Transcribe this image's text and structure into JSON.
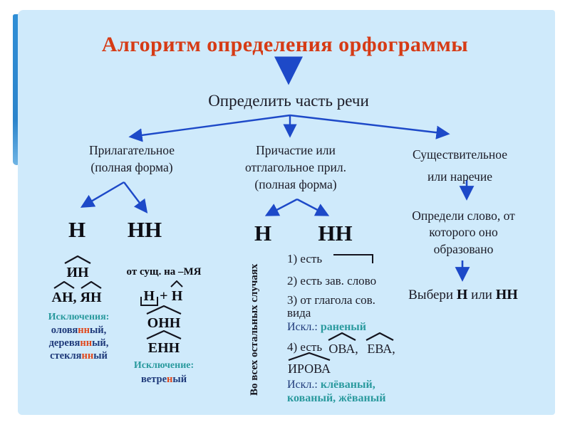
{
  "colors": {
    "panel_blue": "#cfeafb",
    "title_red": "#d63b15",
    "arrow_blue": "#1d49c8",
    "text_dark": "#1b1b26",
    "exception_teal": "#2a9a9e",
    "exception_navy": "#1f3a7a",
    "highlight_red": "#e0481c",
    "page_edge_blue": "#2f8ed6"
  },
  "title": "Алгоритм определения орфограммы",
  "root_label": "Определить часть речи",
  "branches": {
    "adjective": "Прилагательное\n(полная форма)",
    "participle": "Причастие или\nотглагольное прил.\n(полная форма)",
    "noun": "Существительное\nили наречие"
  },
  "adjective": {
    "n_header": "Н",
    "nn_header": "НН",
    "suffix_in": "ИН",
    "suffix_an": "АН,",
    "suffix_yan": "ЯН",
    "exceptions_title": "Исключения:",
    "exceptions": [
      {
        "pre": "оловя",
        "hl": "нн",
        "post": "ый,"
      },
      {
        "pre": "деревя",
        "hl": "нн",
        "post": "ый,"
      },
      {
        "pre": "стекля",
        "hl": "нн",
        "post": "ый"
      }
    ],
    "rule_mya": "от сущ. на –МЯ",
    "formula_n1": "Н",
    "formula_plus": "+",
    "formula_n2": "Н",
    "suffix_onn": "ОНН",
    "suffix_enn": "ЕНН",
    "exception_title": "Исключение:",
    "exception_word": {
      "pre": "ветре",
      "hl": "н",
      "post": "ый"
    }
  },
  "participle": {
    "n_header": "Н",
    "nn_header": "НН",
    "n_rule_vertical": "Во всех остальных случаях",
    "item1": "1) есть",
    "item2": "2) есть зав. слово",
    "item3": "3) от глагола сов.",
    "item3_wrap": "вида",
    "excl1_label": "Искл.:",
    "excl1_word": "раненый",
    "item4_lead": "4) есть",
    "suffix_ova": "ОВА,",
    "suffix_eva": "ЕВА,",
    "suffix_irova": "ИРОВА",
    "excl2_label": "Искл.:",
    "excl2_word1": "клёваный,",
    "excl2_line2": "кованый, жёваный"
  },
  "noun": {
    "step1": "Определи слово, от\nкоторого оно\nобразовано",
    "result_pre": "Выбери",
    "result_n": "Н",
    "result_or": "или",
    "result_nn": "НН"
  }
}
